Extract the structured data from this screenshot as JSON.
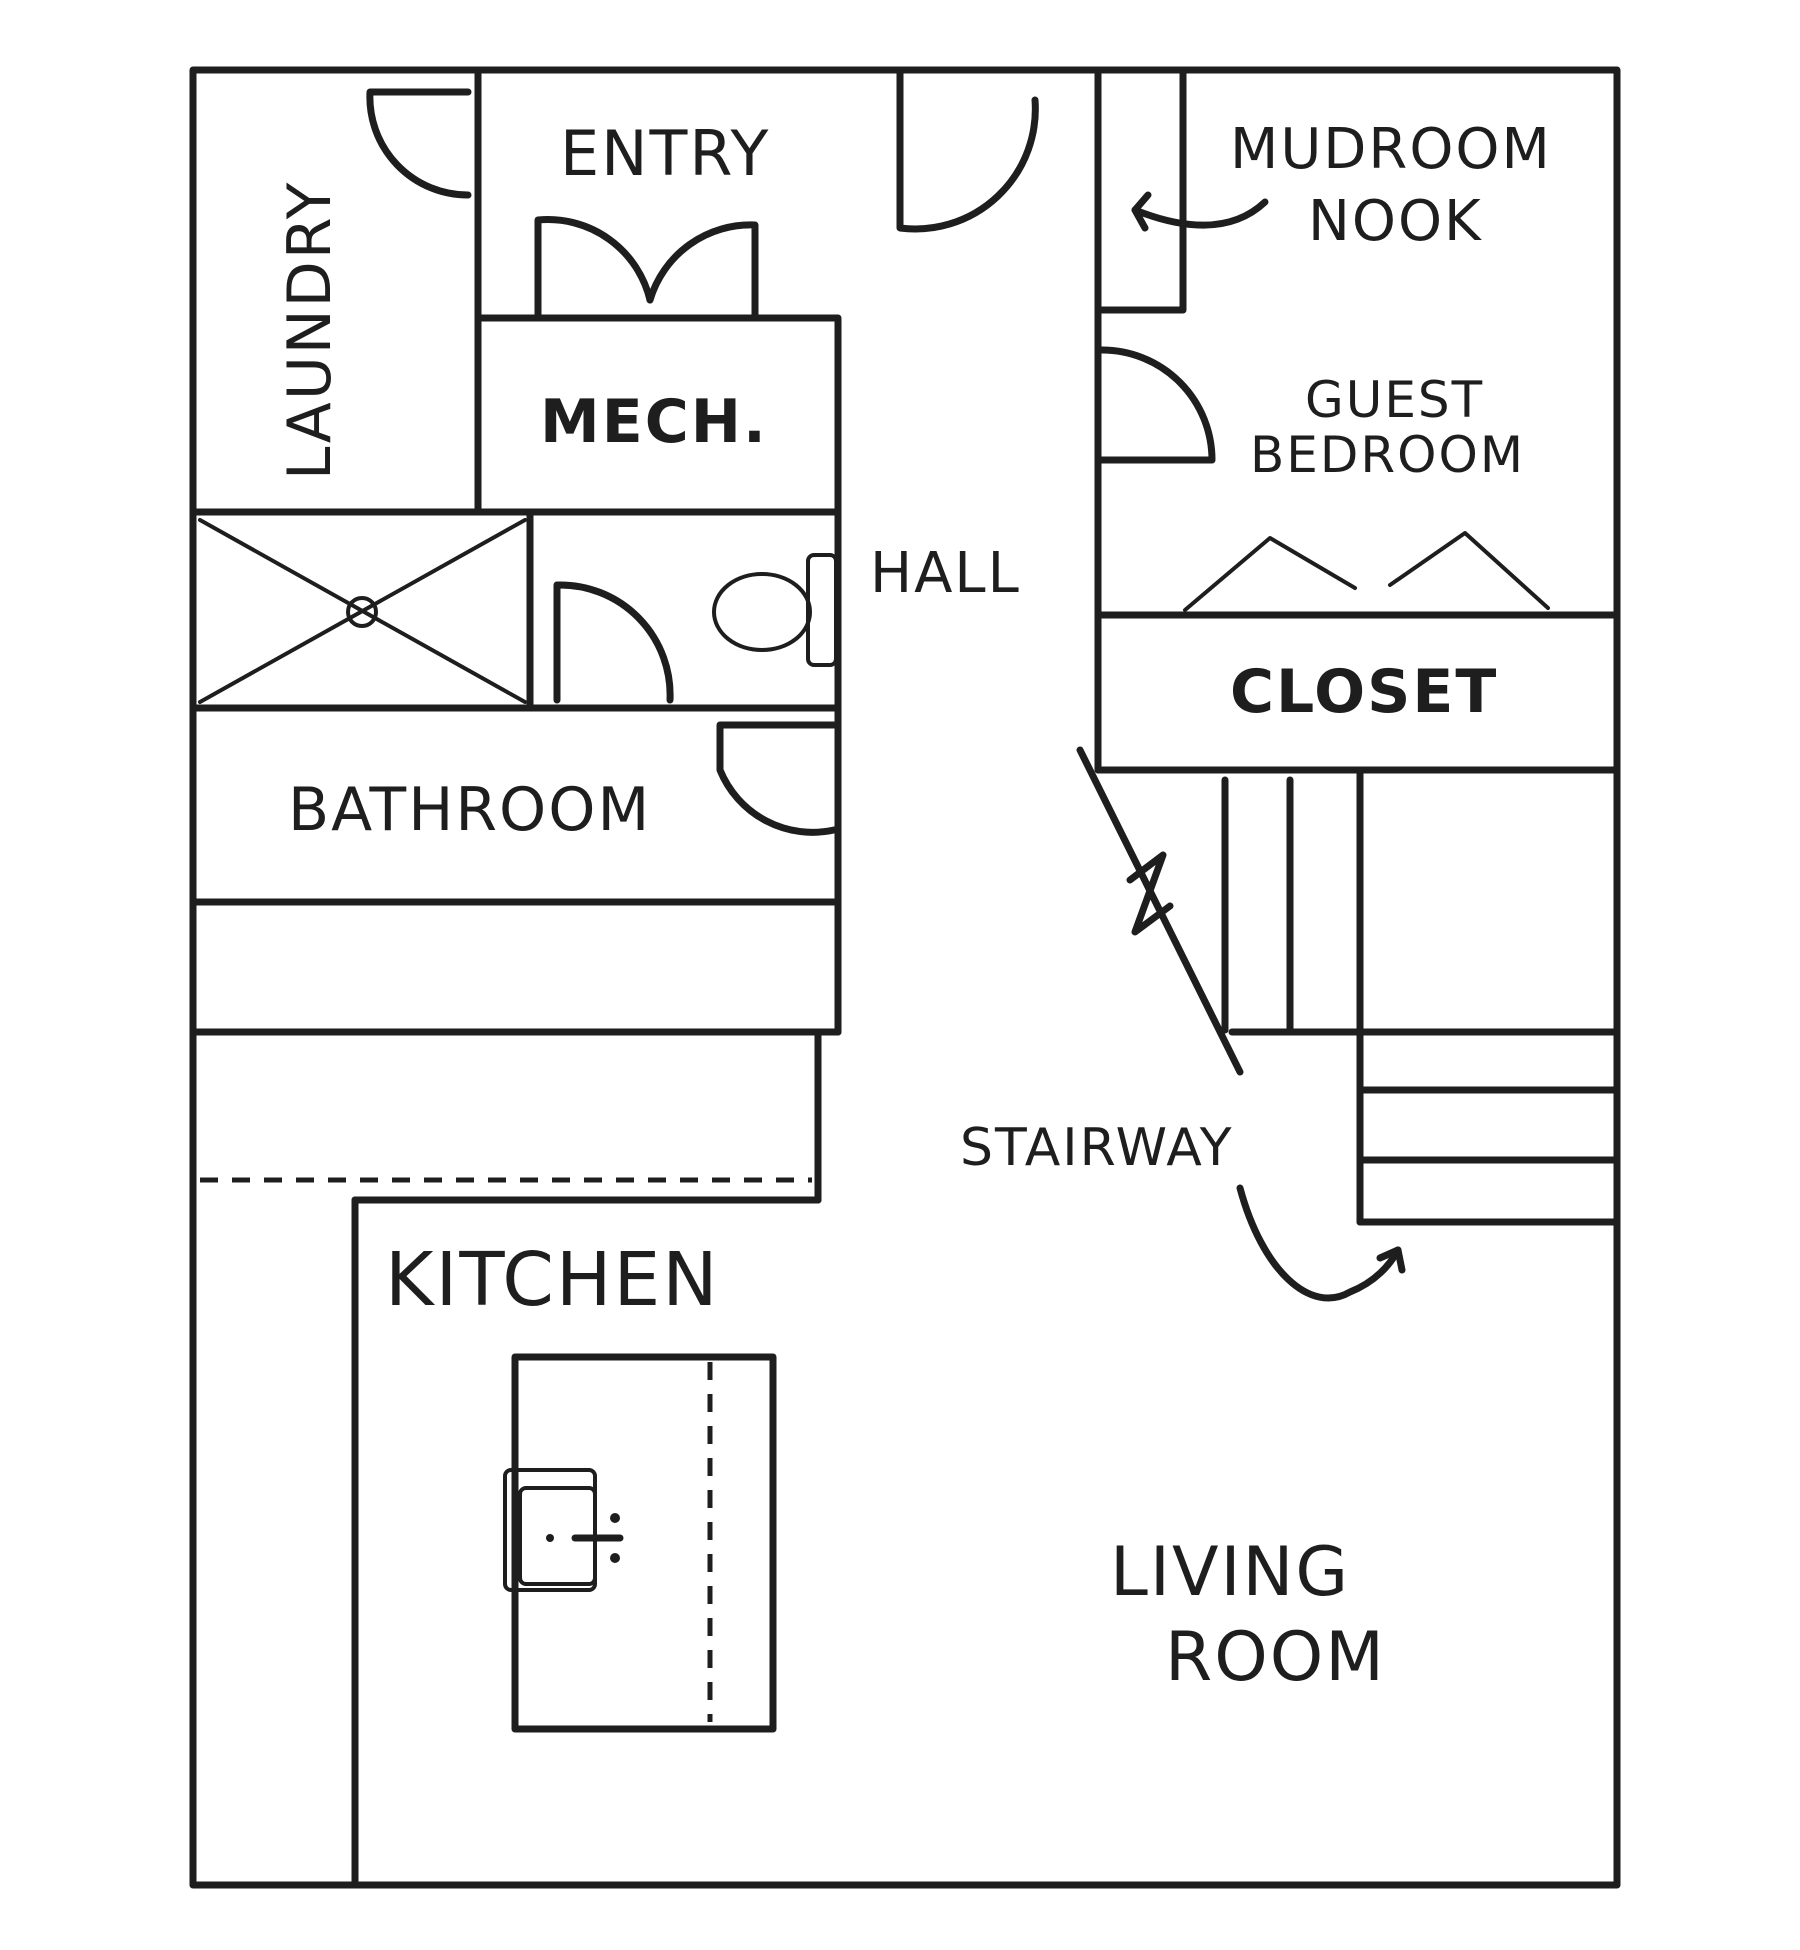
{
  "floorplan": {
    "rooms": {
      "laundry": "LAUNDRY",
      "entry": "ENTRY",
      "mudroom_line1": "MUDROOM",
      "mudroom_line2": "NOOK",
      "mech": "MECH.",
      "guest_line1": "GUEST",
      "guest_line2": "BEDROOM",
      "hall": "HALL",
      "closet": "CLOSET",
      "bathroom": "BATHROOM",
      "stairway": "STAIRWAY",
      "kitchen": "KITCHEN",
      "living_line1": "LIVING",
      "living_line2": "ROOM"
    },
    "colors": {
      "ink": "#1e1e1e",
      "paper": "#ffffff"
    }
  }
}
